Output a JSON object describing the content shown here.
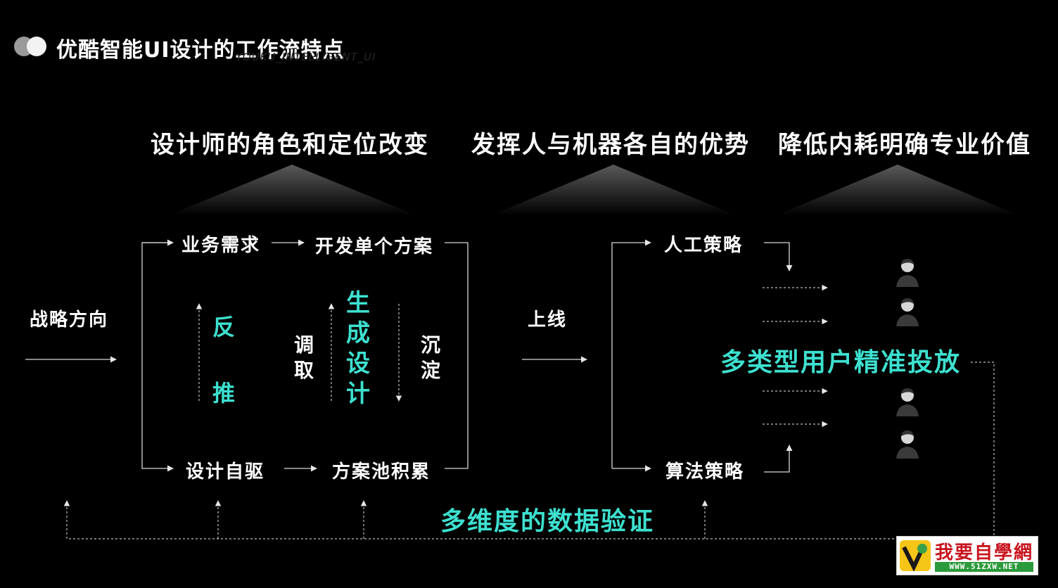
{
  "header": {
    "title": "优酷智能UI设计的工作流特点",
    "subtitle": "YOUKU_INTELLIGENT_UI"
  },
  "headings": [
    "设计师的角色和定位改变",
    "发挥人与机器各自的优势",
    "降低内耗明确专业价值"
  ],
  "flow": {
    "start": "战略方向",
    "business_need": "业务需求",
    "develop_plan": "开发单个方案",
    "design_self_drive": "设计自驱",
    "plan_pool": "方案池积累",
    "reverse_push": [
      "反",
      "推"
    ],
    "fetch": [
      "调",
      "取"
    ],
    "generate_design": [
      "生",
      "成",
      "设",
      "计"
    ],
    "settle": [
      "沉",
      "淀"
    ],
    "launch": "上线",
    "manual_strategy": "人工策略",
    "algorithm_strategy": "算法策略",
    "precise_delivery": "多类型用户精准投放",
    "data_validation": "多维度的数据验证"
  },
  "icons": {
    "logo": "two-overlapping-circles-icon",
    "user": "user-avatar-icon",
    "arrow": "arrow-right-icon"
  },
  "colors": {
    "background": "#000000",
    "accent": "#3de0cf",
    "text": "#ffffff",
    "line": "#cccccc"
  },
  "watermark": {
    "name": "我要自學網",
    "url": "WWW.51ZXW.NET"
  }
}
